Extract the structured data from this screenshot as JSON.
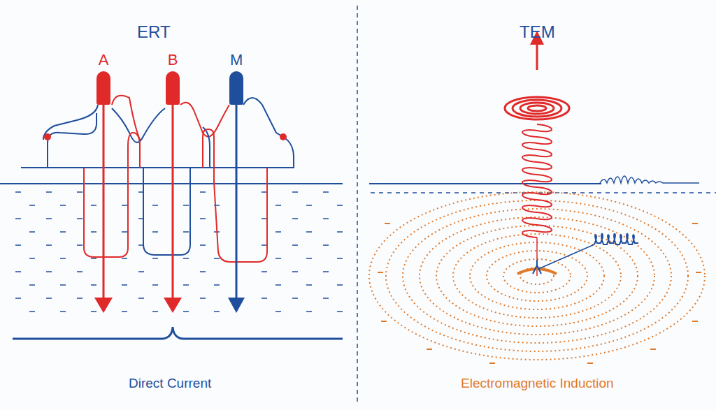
{
  "diagram": {
    "nodes": [
      {
        "text": [
          "A"
        ]
      },
      {
        "text": [
          "B"
        ]
      },
      {
        "text": [
          "M"
        ]
      }
    ],
    "labels": [
      "ERT",
      "Direct Current",
      "TEM",
      "Electromagnetic Induction"
    ]
  }
}
